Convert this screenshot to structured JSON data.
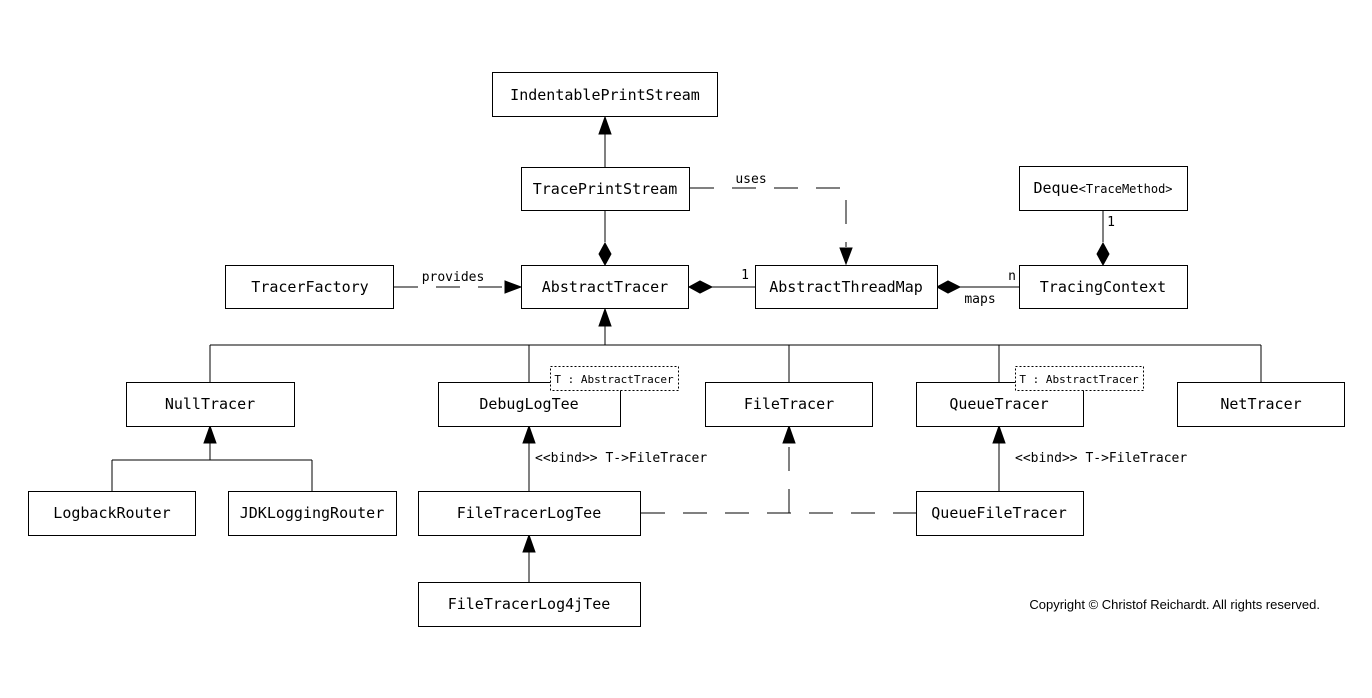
{
  "classes": {
    "indentable_print_stream": "IndentablePrintStream",
    "trace_print_stream": "TracePrintStream",
    "deque_base": "Deque",
    "deque_param": "<TraceMethod>",
    "tracer_factory": "TracerFactory",
    "abstract_tracer": "AbstractTracer",
    "abstract_thread_map": "AbstractThreadMap",
    "tracing_context": "TracingContext",
    "null_tracer": "NullTracer",
    "debug_log_tee": "DebugLogTee",
    "file_tracer": "FileTracer",
    "queue_tracer": "QueueTracer",
    "net_tracer": "NetTracer",
    "logback_router": "LogbackRouter",
    "jdk_logging_router": "JDKLoggingRouter",
    "file_tracer_log_tee": "FileTracerLogTee",
    "queue_file_tracer": "QueueFileTracer",
    "file_tracer_log4j_tee": "FileTracerLog4jTee"
  },
  "template_params": {
    "debug_log_tee": "T : AbstractTracer",
    "queue_tracer": "T : AbstractTracer"
  },
  "relations": {
    "uses": "uses",
    "provides": "provides",
    "maps": "maps",
    "mult_tracer_map": "1",
    "mult_map_context": "n",
    "mult_deque": "1",
    "bind_debug": "<<bind>> T->FileTracer",
    "bind_queue": "<<bind>> T->FileTracer"
  },
  "copyright": "Copyright © Christof Reichardt. All rights reserved."
}
